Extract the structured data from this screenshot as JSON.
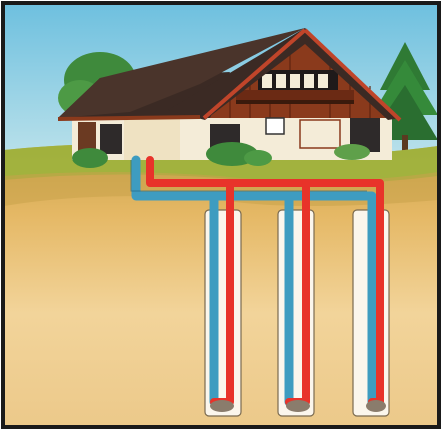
{
  "illustration": {
    "subject": "geothermal-heat-pump-house",
    "elements": [
      "sky",
      "trees",
      "house",
      "ground",
      "boreholes",
      "supply-pipes",
      "return-pipes"
    ],
    "borehole_count": 3
  },
  "colors": {
    "sky": "#7fc6e0",
    "grass": "#9cb23c",
    "soil_light": "#f0d79a",
    "soil_dark": "#d9a24e",
    "roof": "#3b2a24",
    "wall": "#f4ecd8",
    "timber": "#8a3a1c",
    "pipe_hot": "#e8332a",
    "pipe_cold": "#3e9cc0",
    "foliage": "#3f8a3c",
    "frame": "#1a1a1a"
  }
}
